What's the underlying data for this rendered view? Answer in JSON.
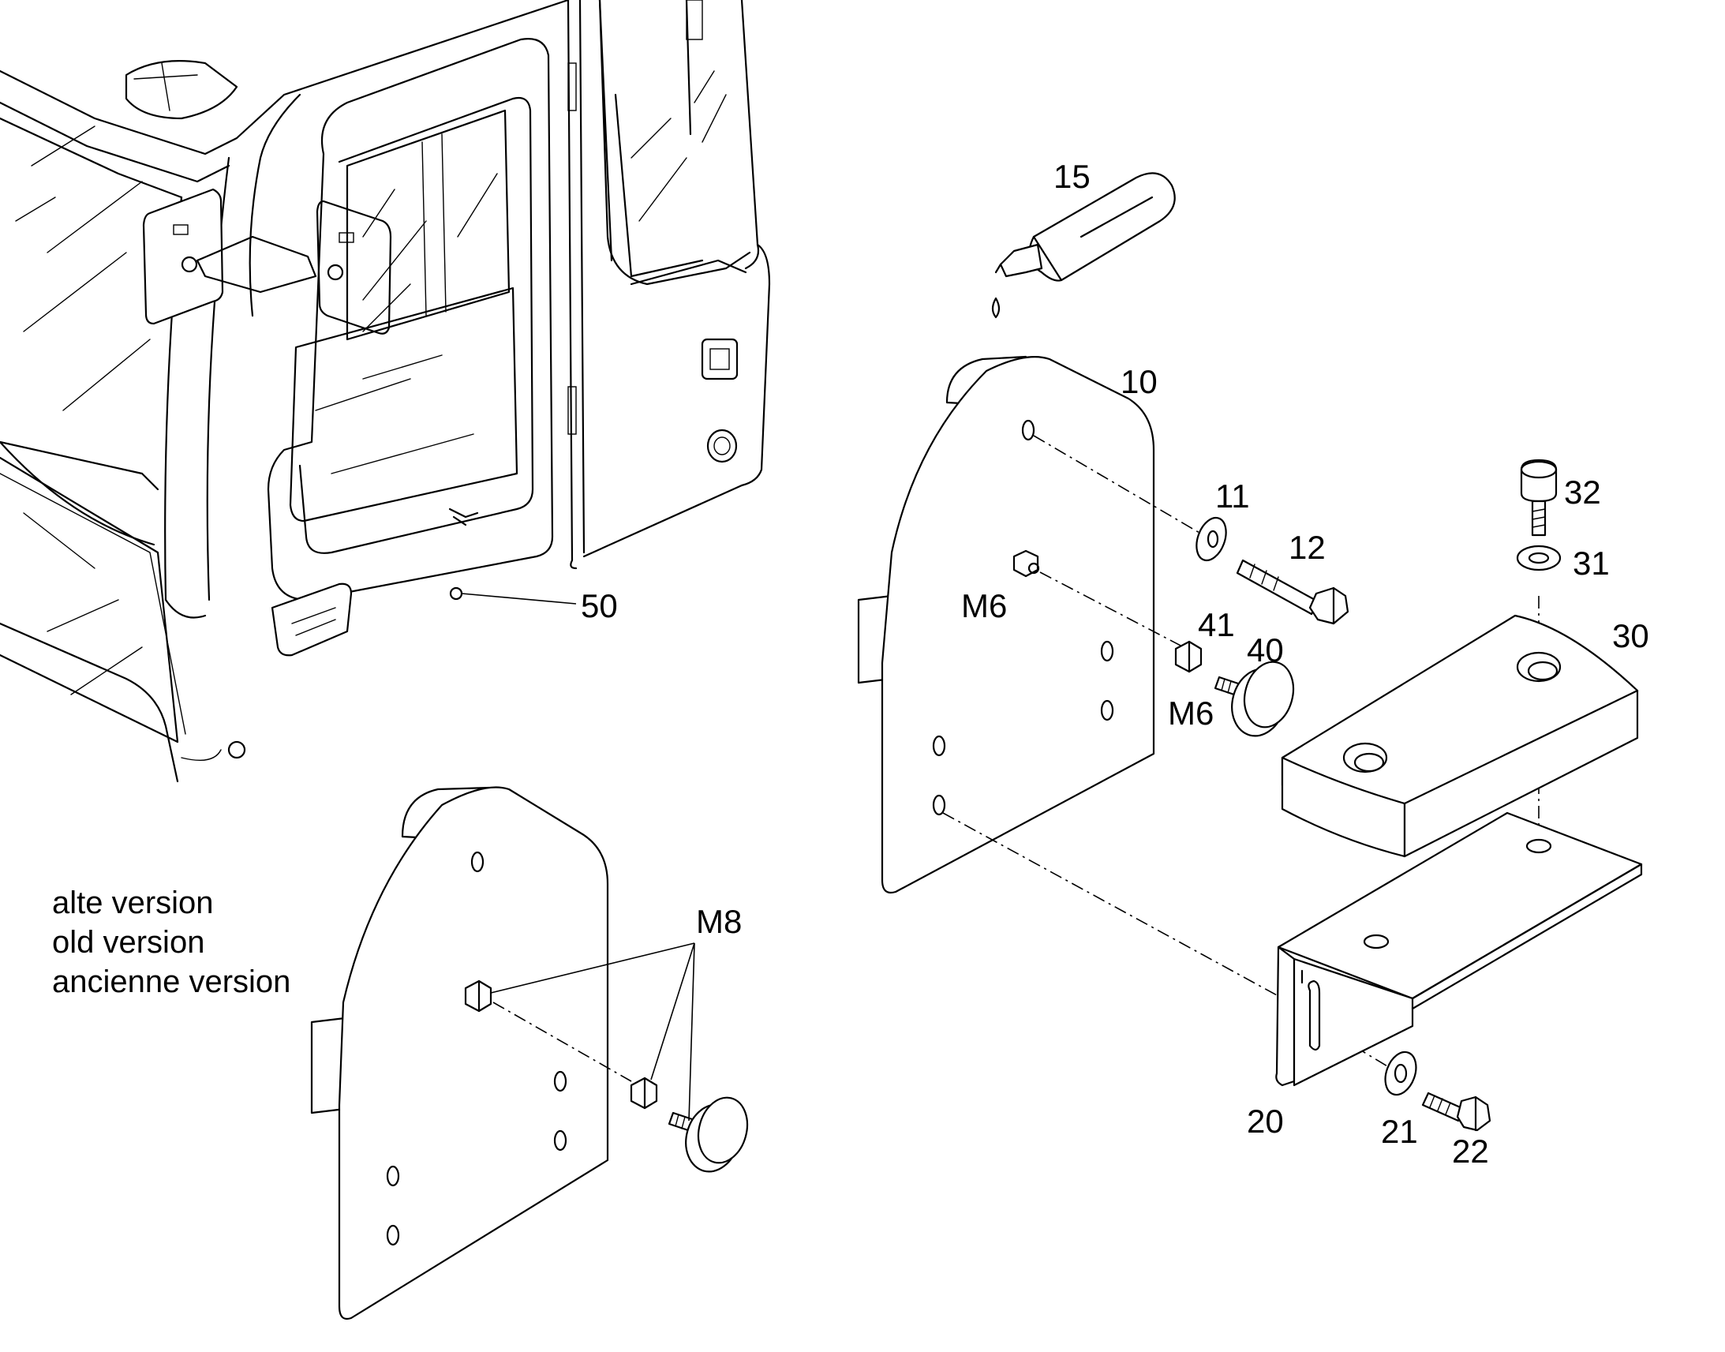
{
  "labels": {
    "p10": "10",
    "p11": "11",
    "p12": "12",
    "p15": "15",
    "p20": "20",
    "p21": "21",
    "p22": "22",
    "p30": "30",
    "p31": "31",
    "p32": "32",
    "p40": "40",
    "p41": "41",
    "p50": "50",
    "m6_plate": "M6",
    "m6_nut": "M6",
    "m8": "M8"
  },
  "version_note": {
    "line1": "alte version",
    "line2": "old version",
    "line3": "ancienne version"
  }
}
